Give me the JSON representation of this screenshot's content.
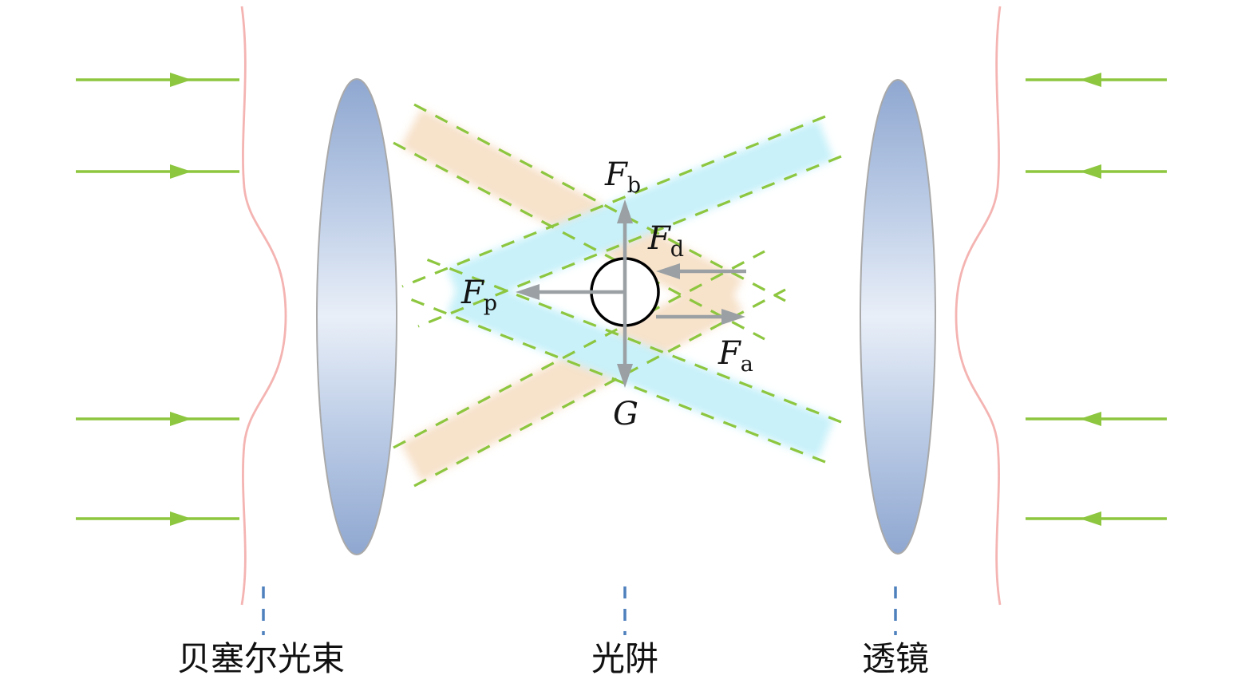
{
  "figure": {
    "title": "dual Bessel-beam optical trap force diagram",
    "colors": {
      "background": "#ffffff",
      "arrow_green": "#8dc63f",
      "beam_edge_green": "#8dc63f",
      "beam_orange": "#f7e2ca",
      "beam_cyan": "#c8f1f9",
      "lens_blue_edge": "#93aad2",
      "lens_blue_center": "#e9eff8",
      "profile_pink": "#f4b4b2",
      "force_gray": "#9aa0a3",
      "leader_blue": "#4f81bd",
      "particle_stroke": "#000000",
      "label_black": "#141414"
    },
    "forces": {
      "fb": {
        "main": "F",
        "sub": "b",
        "direction": "up"
      },
      "fd": {
        "main": "F",
        "sub": "d",
        "direction": "left"
      },
      "fp": {
        "main": "F",
        "sub": "p",
        "direction": "left"
      },
      "fa": {
        "main": "F",
        "sub": "a",
        "direction": "right"
      },
      "g": {
        "main": "G",
        "sub": "",
        "direction": "down"
      }
    },
    "captions": {
      "bessel_beam": "贝塞尔光束",
      "optical_trap": "光阱",
      "lens": "透镜"
    }
  }
}
